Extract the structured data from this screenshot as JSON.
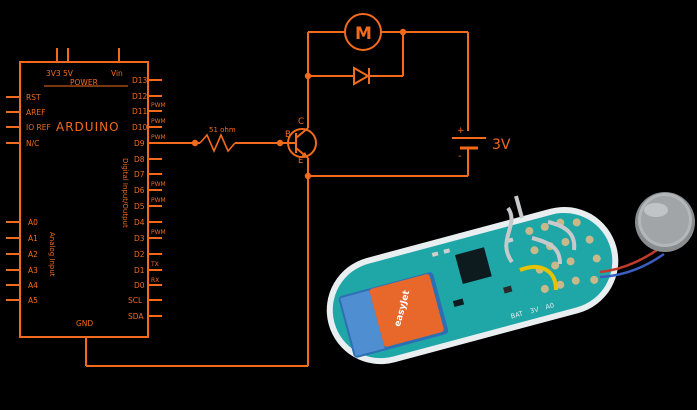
{
  "colors": {
    "background": "#000000",
    "schematic": "#f26b1d",
    "pcb": "#1fa6a6",
    "pcb_edge": "#e9eef0",
    "module": "#2d6fb5",
    "label_orange": "#e8672a"
  },
  "board": {
    "title": "ARDUINO",
    "power_label": "POWER",
    "power_pins": [
      "3V3",
      "5V",
      "Vin"
    ],
    "left_pins": [
      "RST",
      "AREF",
      "IO REF",
      "N/C"
    ],
    "analog_pins": [
      "A0",
      "A1",
      "A2",
      "A3",
      "A4",
      "A5"
    ],
    "analog_label": "Analog Input",
    "digital_label": "Digital Input/Output",
    "digital_pins": [
      "D13",
      "D12",
      "D11",
      "D10",
      "D9",
      "D8",
      "D7",
      "D6",
      "D5",
      "D4",
      "D3",
      "D2",
      "D1",
      "D0",
      "SCL",
      "SDA"
    ],
    "pwm_label": "PWM",
    "tx_label": "TX",
    "rx_label": "RX",
    "gnd_label": "GND"
  },
  "circuit": {
    "motor_label": "M",
    "resistor_label": "51 ohm",
    "transistor_pins": [
      "B",
      "C",
      "E"
    ],
    "battery_label": "3V",
    "battery_plus": "+",
    "battery_minus": "-"
  },
  "photo": {
    "chip_label": "easyJet",
    "pin_labels": [
      "BAT",
      "3V",
      "A0"
    ],
    "icons": [
      "pcb-board-photo",
      "vibration-motor-photo"
    ]
  }
}
